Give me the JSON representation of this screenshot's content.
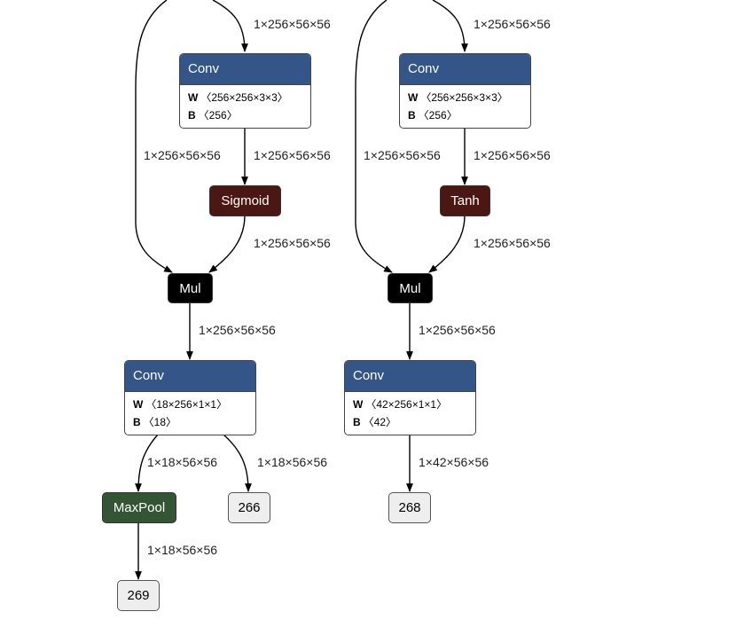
{
  "left_branch": {
    "conv1": {
      "title": "Conv",
      "w_key": "W",
      "w_val": "〈256×256×3×3〉",
      "b_key": "B",
      "b_val": "〈256〉"
    },
    "activation": "Sigmoid",
    "mul": "Mul",
    "conv2": {
      "title": "Conv",
      "w_key": "W",
      "w_val": "〈18×256×1×1〉",
      "b_key": "B",
      "b_val": "〈18〉"
    },
    "maxpool": "MaxPool",
    "output_a": "266",
    "output_b": "269",
    "edges": {
      "in_conv1": "1×256×56×56",
      "bypass": "1×256×56×56",
      "conv1_act": "1×256×56×56",
      "act_mul": "1×256×56×56",
      "mul_conv2": "1×256×56×56",
      "conv2_pool": "1×18×56×56",
      "conv2_out": "1×18×56×56",
      "pool_out": "1×18×56×56"
    }
  },
  "right_branch": {
    "conv1": {
      "title": "Conv",
      "w_key": "W",
      "w_val": "〈256×256×3×3〉",
      "b_key": "B",
      "b_val": "〈256〉"
    },
    "activation": "Tanh",
    "mul": "Mul",
    "conv2": {
      "title": "Conv",
      "w_key": "W",
      "w_val": "〈42×256×1×1〉",
      "b_key": "B",
      "b_val": "〈42〉"
    },
    "output": "268",
    "edges": {
      "in_conv1": "1×256×56×56",
      "bypass": "1×256×56×56",
      "conv1_act": "1×256×56×56",
      "act_mul": "1×256×56×56",
      "mul_conv2": "1×256×56×56",
      "conv2_out": "1×42×56×56"
    }
  }
}
